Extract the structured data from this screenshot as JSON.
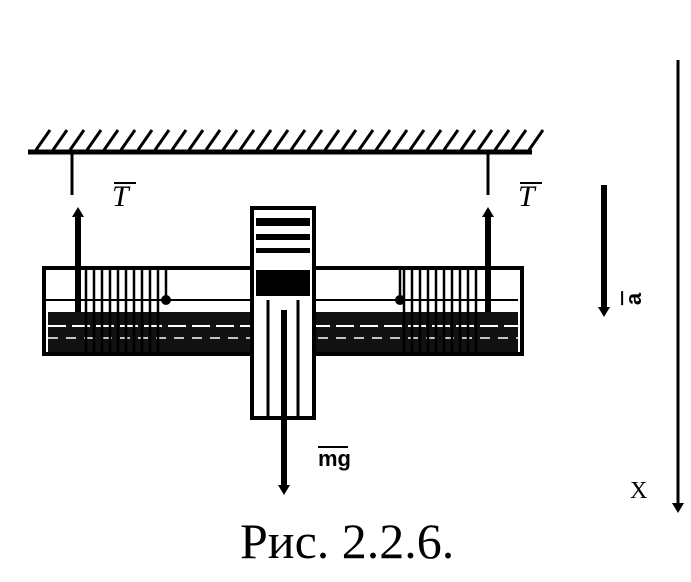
{
  "labels": {
    "tension_left": "T",
    "tension_right": "T",
    "acceleration": "a",
    "gravity": "mg",
    "axis": "X"
  },
  "caption": "Рис. 2.2.6."
}
